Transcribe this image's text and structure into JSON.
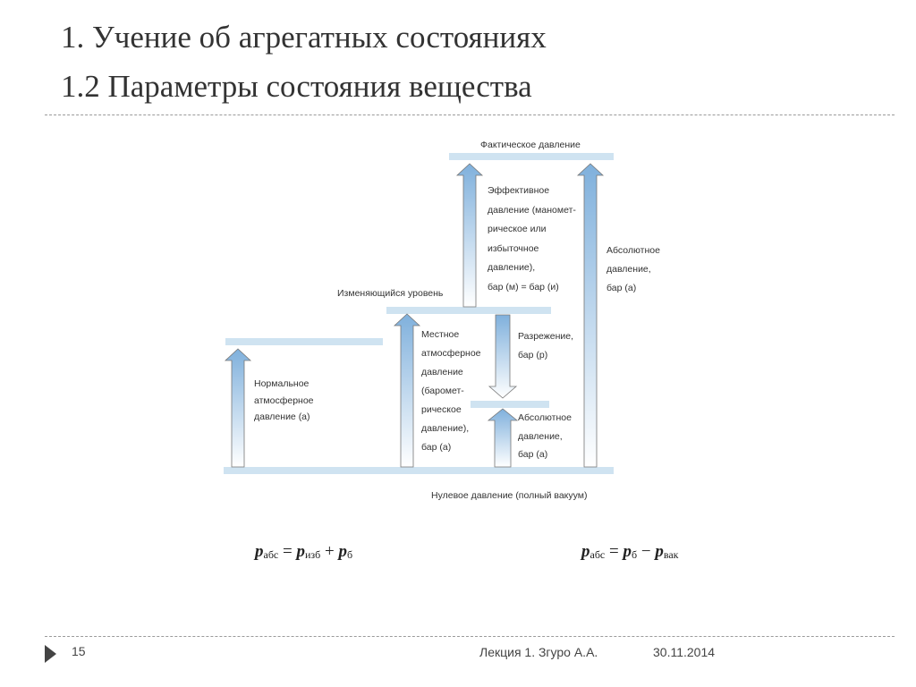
{
  "title": {
    "line1": "1. Учение об агрегатных состояниях",
    "line2": "1.2 Параметры состояния вещества"
  },
  "diagram": {
    "actual_pressure": "Фактическое давление",
    "changing_level": "Изменяющийся уровень",
    "zero_pressure": "Нулевое давление (полный вакуум)",
    "normal_atm": [
      "Нормальное",
      "атмосферное",
      "давление (а)"
    ],
    "local_atm": [
      "Местное",
      "атмосферное",
      "давление",
      "(баромет-",
      "рическое",
      "давление),",
      "бар (а)"
    ],
    "effective": [
      "Эффективное",
      "давление (маномет-",
      "рическое или",
      "избыточное",
      "давление),",
      "бар (м) = бар (и)"
    ],
    "vacuum": [
      "Разрежение,",
      "бар (р)"
    ],
    "absolute_small": [
      "Абсолютное",
      "давление,",
      "бар (а)"
    ],
    "absolute_big": [
      "Абсолютное",
      "давление,",
      "бар (а)"
    ]
  },
  "formulas": {
    "f1": {
      "p": "p",
      "abs": "абс",
      "eq": "=",
      "izb": "изб",
      "op": "+",
      "b": "б"
    },
    "f2": {
      "p": "p",
      "abs": "абс",
      "eq": "=",
      "b": "б",
      "op": "−",
      "vak": "вак"
    }
  },
  "footer": {
    "page": "15",
    "lecture": "Лекция 1. Згуро А.А.",
    "date": "30.11.2014"
  },
  "colors": {
    "bar": "#cfe3f1",
    "arrow": "#7fb0dc"
  }
}
